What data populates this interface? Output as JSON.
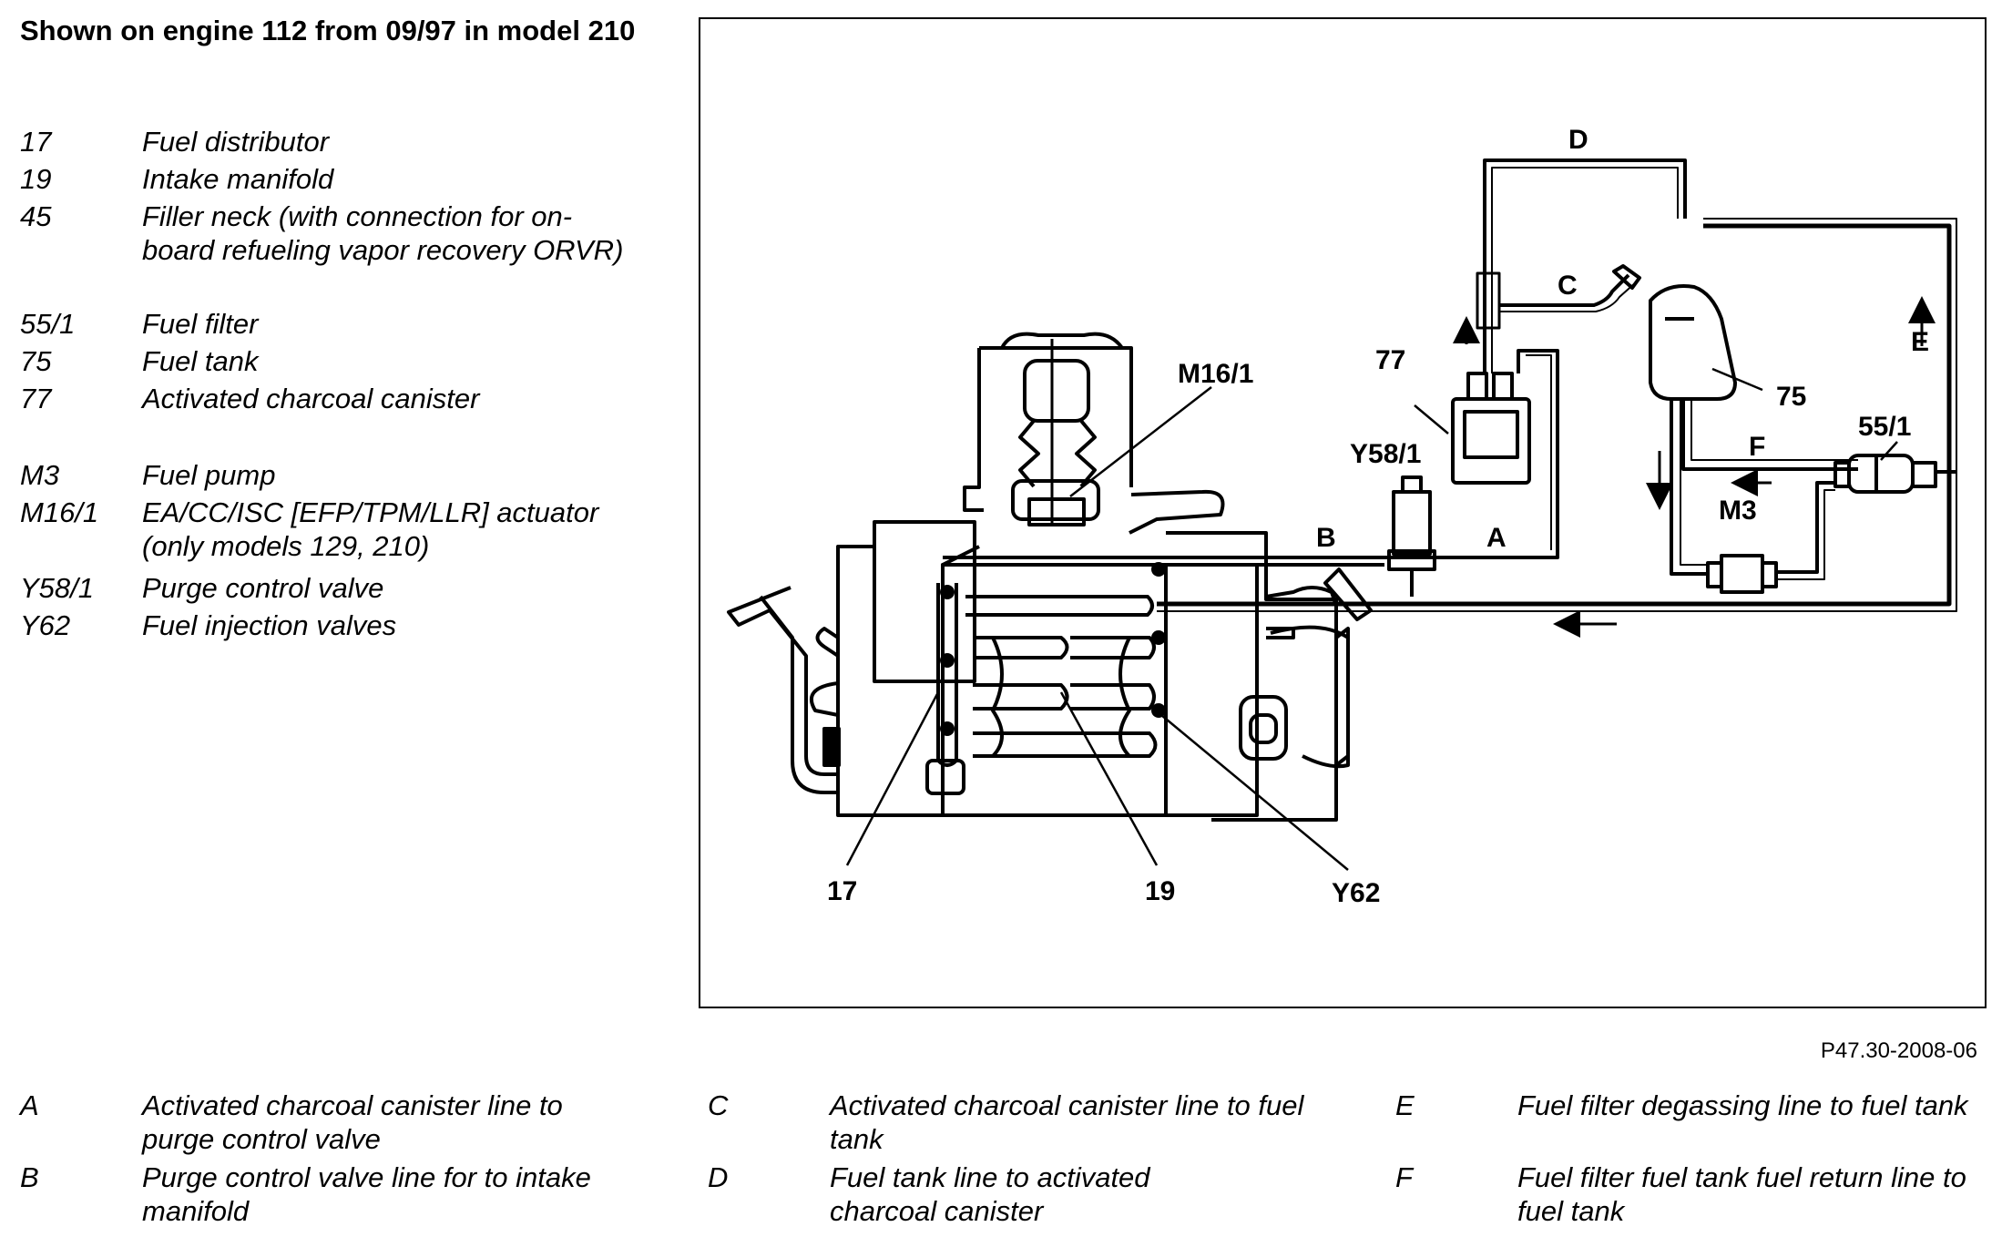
{
  "title": "Shown on engine 112 from 09/97 in model 210",
  "components": [
    {
      "code": "17",
      "description": "Fuel distributor"
    },
    {
      "code": "19",
      "description": "Intake manifold"
    },
    {
      "code": "45",
      "description": "Filler neck (with connection for on-board refueling vapor recovery ORVR)"
    },
    {
      "code": "55/1",
      "description": "Fuel filter"
    },
    {
      "code": "75",
      "description": "Fuel tank"
    },
    {
      "code": "77",
      "description": "Activated charcoal canister"
    },
    {
      "code": "M3",
      "description": "Fuel pump"
    },
    {
      "code": "M16/1",
      "description": "EA/CC/ISC [EFP/TPM/LLR] actuator (only models 129, 210)"
    },
    {
      "code": "Y58/1",
      "description": "Purge control valve"
    },
    {
      "code": "Y62",
      "description": "Fuel injection valves"
    }
  ],
  "lines": [
    {
      "code": "A",
      "description": "Activated charcoal canister line to purge control valve"
    },
    {
      "code": "B",
      "description": "Purge control valve line for to intake manifold"
    },
    {
      "code": "C",
      "description": "Activated charcoal canister line to fuel tank"
    },
    {
      "code": "D",
      "description": "Fuel tank line to activated charcoal canister"
    },
    {
      "code": "E",
      "description": "Fuel filter degassing line to fuel tank"
    },
    {
      "code": "F",
      "description": "Fuel filter fuel tank fuel return line to fuel tank"
    }
  ],
  "diagram_labels": {
    "m16_1": "M16/1",
    "c77": "77",
    "y58_1": "Y58/1",
    "c75": "75",
    "c55_1": "55/1",
    "m3": "M3",
    "c17": "17",
    "c19": "19",
    "y62": "Y62",
    "line_a": "A",
    "line_b": "B",
    "line_c": "C",
    "line_d": "D",
    "line_e": "E",
    "line_f": "F"
  },
  "figure_ref": "P47.30-2008-06"
}
